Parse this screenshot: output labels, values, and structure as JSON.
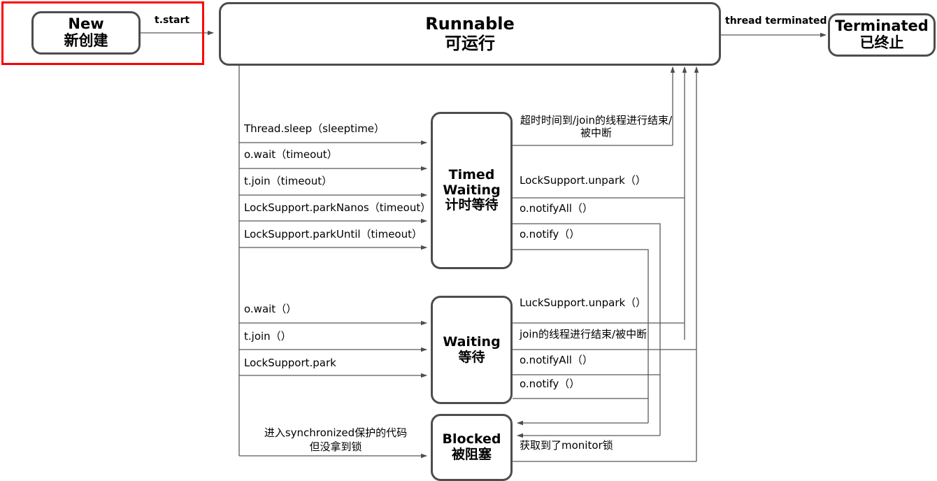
{
  "diagram": {
    "title": "Java Thread State Transition Diagram",
    "highlight_color": "#ff0000",
    "box_border_color": "#4d4d4d",
    "line_color": "#595959",
    "states": {
      "new": {
        "en": "New",
        "zh": "新创建"
      },
      "runnable": {
        "en": "Runnable",
        "zh": "可运行"
      },
      "terminated": {
        "en": "Terminated",
        "zh": "已终止"
      },
      "timed_waiting": {
        "en1": "Timed",
        "en2": "Waiting",
        "zh": "计时等待"
      },
      "waiting": {
        "en": "Waiting",
        "zh": "等待"
      },
      "blocked": {
        "en": "Blocked",
        "zh": "被阻塞"
      }
    },
    "transitions": {
      "t_start": "t.start",
      "thread_terminated": "thread terminated",
      "to_timed_waiting": [
        "Thread.sleep（sleeptime）",
        "o.wait（timeout）",
        "t.join（timeout）",
        "LockSupport.parkNanos（timeout）",
        "LockSupport.parkUntil（timeout）"
      ],
      "from_timed_waiting": [
        "超时时间到/join的线程进行结束/被中断",
        "LockSupport.unpark（）",
        "o.notifyAll（）",
        "o.notify（）"
      ],
      "to_waiting": [
        "o.wait（）",
        "t.join（）",
        "LockSupport.park"
      ],
      "from_waiting": [
        "LuckSupport.unpark（）",
        "join的线程进行结束/被中断",
        "o.notifyAll（）",
        "o.notify（）"
      ],
      "to_blocked": "进入synchronized保护的代码\n但没拿到锁",
      "to_blocked_line1": "进入synchronized保护的代码",
      "to_blocked_line2": "但没拿到锁",
      "from_blocked": "获取到了monitor锁"
    }
  }
}
